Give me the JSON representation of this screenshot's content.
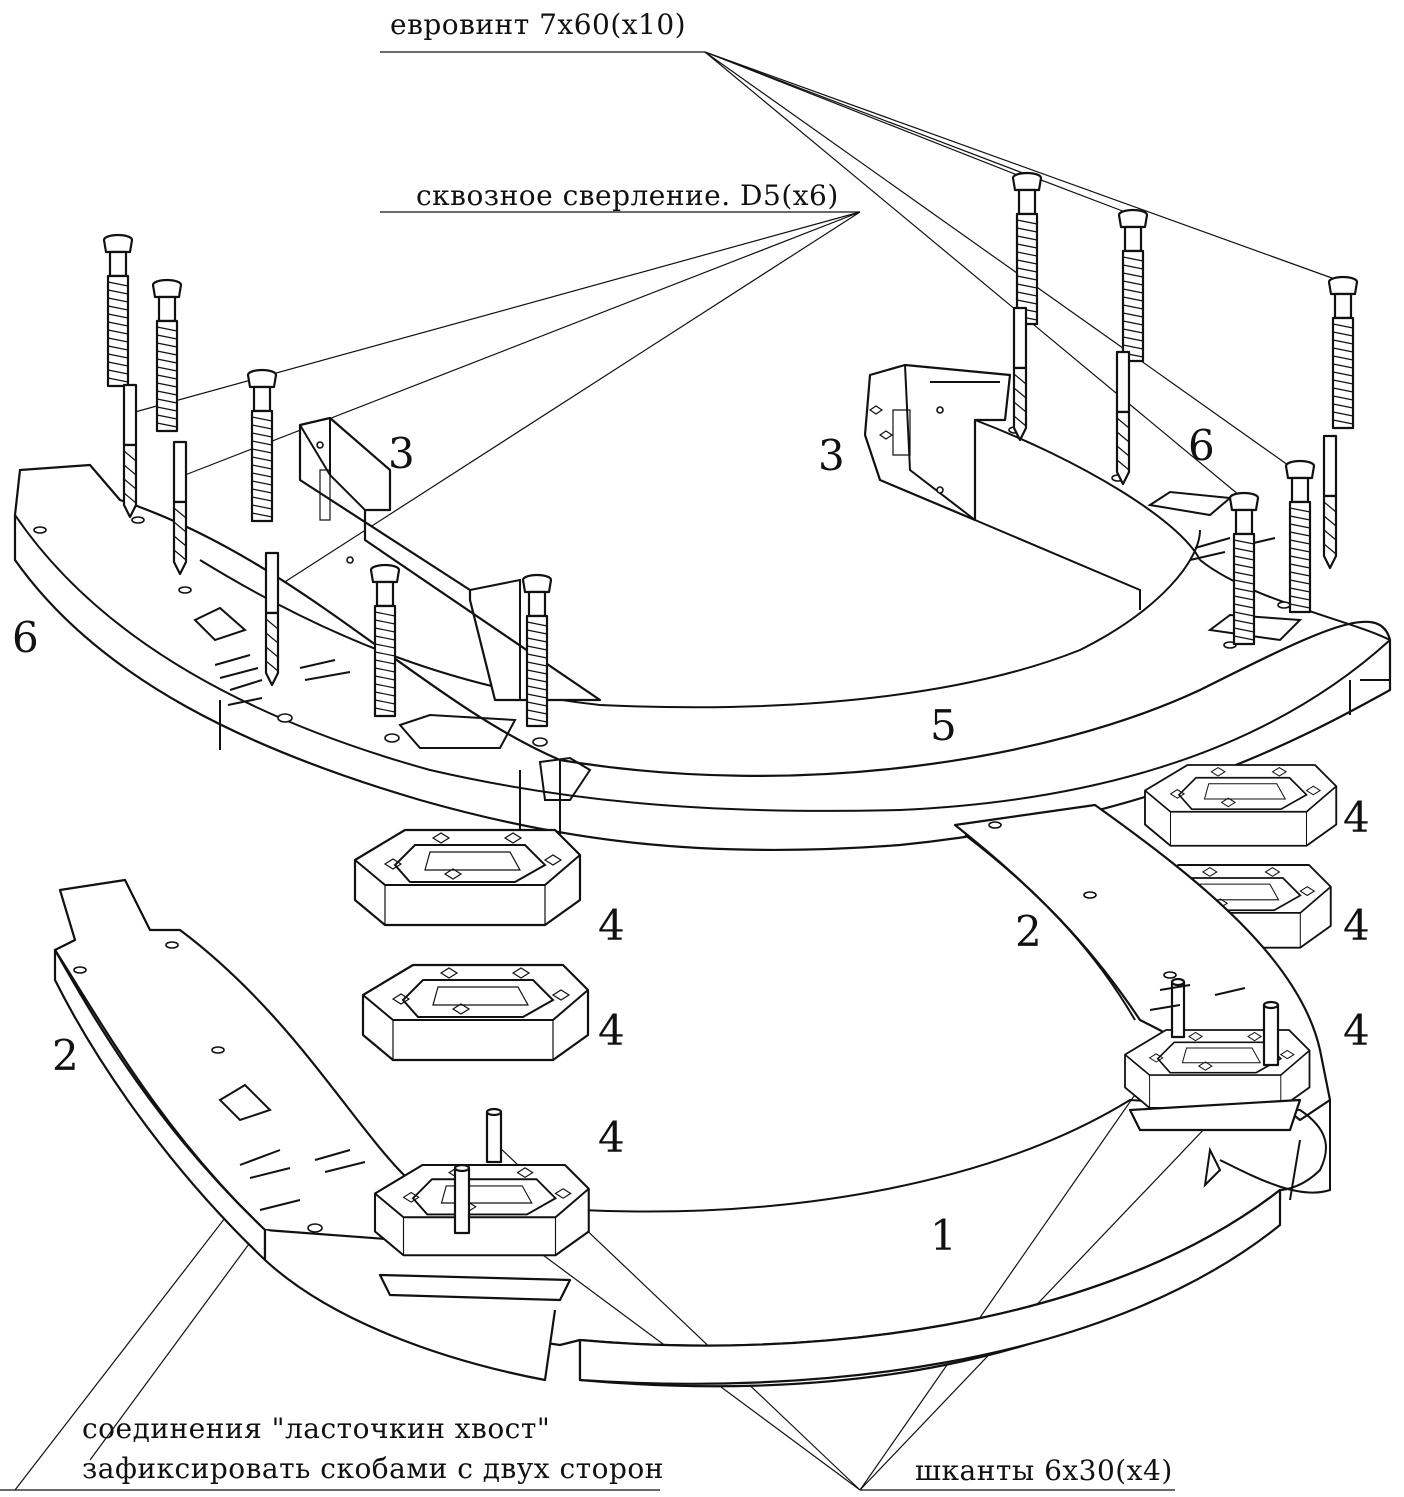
{
  "callouts": {
    "eurovint": "евровинт 7х60(х10)",
    "drilling": "сквозное сверление. D5(х6)",
    "dovetail_line1": "соединения \"ласточкин хвост\"",
    "dovetail_line2": "зафиксировать скобами с двух сторон",
    "dowels": "шканты 6х30(х4)"
  },
  "part_numbers": {
    "n1": "1",
    "n2_left": "2",
    "n2_right": "2",
    "n3_left": "3",
    "n3_right": "3",
    "n4_a": "4",
    "n4_b": "4",
    "n4_c": "4",
    "n4_d": "4",
    "n4_e": "4",
    "n4_f": "4",
    "n5": "5",
    "n6_left": "6",
    "n6_right": "6"
  },
  "colors": {
    "ink": "#111111",
    "paper": "#ffffff"
  },
  "icons": [
    "screw-icon",
    "drill-icon",
    "dowel-icon",
    "bracket-icon",
    "block-icon"
  ]
}
